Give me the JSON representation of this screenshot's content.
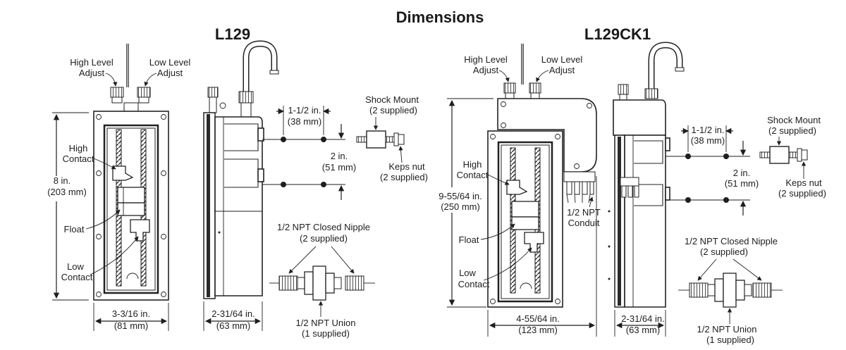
{
  "title": "Dimensions",
  "models": {
    "left": {
      "name": "L129",
      "labels": {
        "high_level_adjust_1": "High Level",
        "high_level_adjust_2": "Adjust",
        "low_level_adjust_1": "Low Level",
        "low_level_adjust_2": "Adjust",
        "high_contact_1": "High",
        "high_contact_2": "Contact",
        "float": "Float",
        "low_contact_1": "Low",
        "low_contact_2": "Contact",
        "height_1": "8 in.",
        "height_2": "(203 mm)",
        "width_1": "3-3/16 in.",
        "width_2": "(81 mm)",
        "depth_1": "2-31/64 in.",
        "depth_2": "(63 mm)",
        "spacing_h_1": "1-1/2 in.",
        "spacing_h_2": "(38 mm)",
        "spacing_v_1": "2 in.",
        "spacing_v_2": "(51 mm)",
        "shock_mount_1": "Shock Mount",
        "shock_mount_2": "(2 supplied)",
        "keps_nut_1": "Keps nut",
        "keps_nut_2": "(2 supplied)",
        "nipple_1": "1/2 NPT Closed Nipple",
        "nipple_2": "(2 supplied)",
        "union_1": "1/2 NPT Union",
        "union_2": "(1 supplied)"
      }
    },
    "right": {
      "name": "L129CK1",
      "labels": {
        "high_level_adjust_1": "High Level",
        "high_level_adjust_2": "Adjust",
        "low_level_adjust_1": "Low Level",
        "low_level_adjust_2": "Adjust",
        "high_contact_1": "High",
        "high_contact_2": "Contact",
        "float": "Float",
        "low_contact_1": "Low",
        "low_contact_2": "Contact",
        "height_1": "9-55/64 in.",
        "height_2": "(250 mm)",
        "width_1": "4-55/64 in.",
        "width_2": "(123 mm)",
        "depth_1": "2-31/64 in.",
        "depth_2": "(63 mm)",
        "conduit_1": "1/2 NPT",
        "conduit_2": "Conduit",
        "spacing_h_1": "1-1/2 in.",
        "spacing_h_2": "(38 mm)",
        "spacing_v_1": "2 in.",
        "spacing_v_2": "(51 mm)",
        "shock_mount_1": "Shock Mount",
        "shock_mount_2": "(2 supplied)",
        "keps_nut_1": "Keps nut",
        "keps_nut_2": "(2 supplied)",
        "nipple_1": "1/2 NPT Closed Nipple",
        "nipple_2": "(2 supplied)",
        "union_1": "1/2 NPT Union",
        "union_2": "(1 supplied)"
      }
    }
  }
}
